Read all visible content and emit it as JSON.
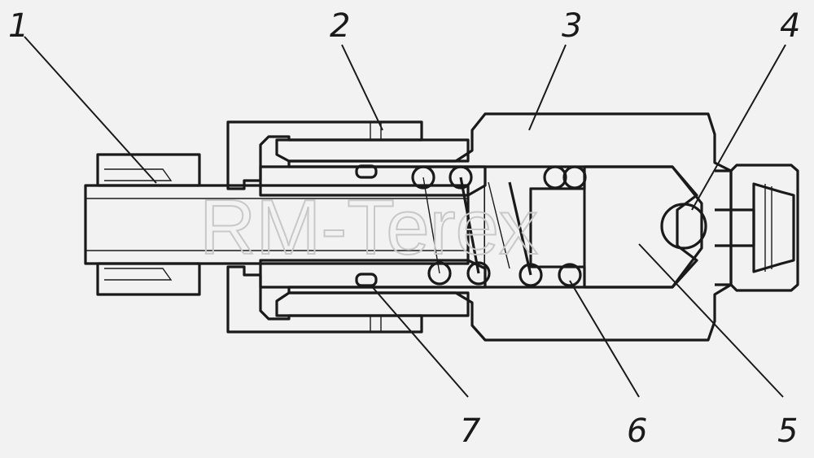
{
  "watermark": "RM-Terex",
  "callouts": [
    {
      "id": "1",
      "text": "1"
    },
    {
      "id": "2",
      "text": "2"
    },
    {
      "id": "3",
      "text": "3"
    },
    {
      "id": "4",
      "text": "4"
    },
    {
      "id": "5",
      "text": "5"
    },
    {
      "id": "6",
      "text": "6"
    },
    {
      "id": "7",
      "text": "7"
    }
  ],
  "colors": {
    "background": "#f2f2f2",
    "line": "#1a1a1a",
    "watermark": "#c8c8c8"
  }
}
